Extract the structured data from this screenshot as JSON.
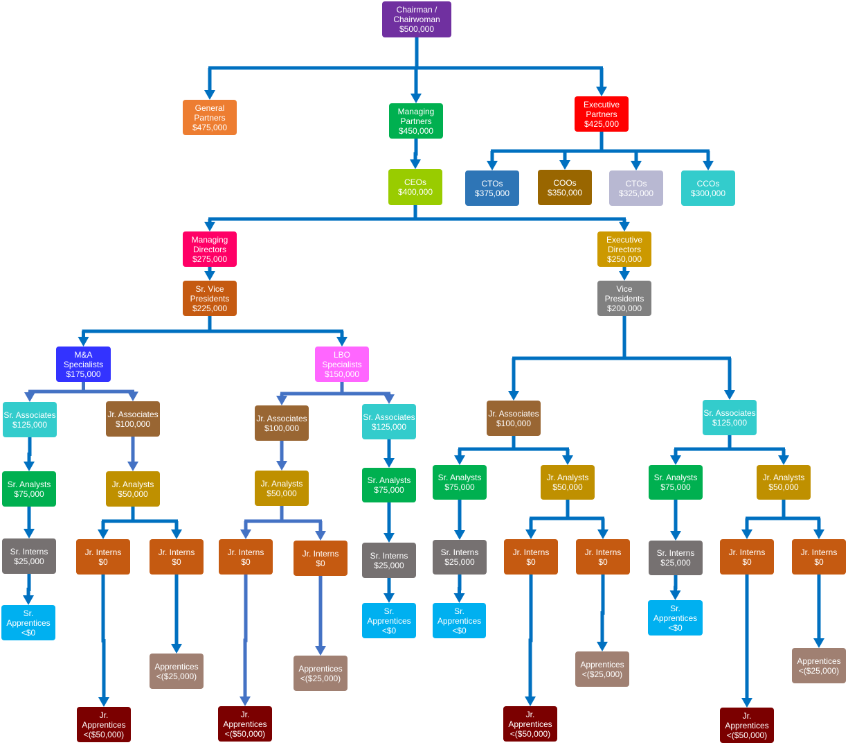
{
  "colors": {
    "link": "#0070C0",
    "link_light": "#4472C4",
    "text": "#ffffff"
  },
  "nodes": [
    {
      "title": [
        "Chairman /",
        "Chairwoman"
      ],
      "salary": "$500,000",
      "color": "#7030A0"
    },
    {
      "title": [
        "General",
        "Partners"
      ],
      "salary": "$475,000",
      "color": "#ED7D31"
    },
    {
      "title": [
        "Managing",
        "Partners"
      ],
      "salary": "$450,000",
      "color": "#00B050"
    },
    {
      "title": [
        "Executive",
        "Partners"
      ],
      "salary": "$425,000",
      "color": "#FF0000"
    },
    {
      "title": [
        "CEOs"
      ],
      "salary": "$400,000",
      "color": "#99CC00"
    },
    {
      "title": [
        "CTOs"
      ],
      "salary": "$375,000",
      "color": "#2E75B6"
    },
    {
      "title": [
        "COOs"
      ],
      "salary": "$350,000",
      "color": "#996600"
    },
    {
      "title": [
        "CTOs"
      ],
      "salary": "$325,000",
      "color": "#B8B8D2"
    },
    {
      "title": [
        "CCOs"
      ],
      "salary": "$300,000",
      "color": "#33CCCC"
    },
    {
      "title": [
        "Managing",
        "Directors"
      ],
      "salary": "$275,000",
      "color": "#FF0066"
    },
    {
      "title": [
        "Executive",
        "Directors"
      ],
      "salary": "$250,000",
      "color": "#CC9900"
    },
    {
      "title": [
        "Sr. Vice",
        "Presidents"
      ],
      "salary": "$225,000",
      "color": "#C55A11"
    },
    {
      "title": [
        "Vice",
        "Presidents"
      ],
      "salary": "$200,000",
      "color": "#808080"
    },
    {
      "title": [
        "M&A",
        "Specialists"
      ],
      "salary": "$175,000",
      "color": "#3333FF"
    },
    {
      "title": [
        "LBO",
        "Specialists"
      ],
      "salary": "$150,000",
      "color": "#FF66FF"
    },
    {
      "title": [
        "Sr. Associates"
      ],
      "salary": "$125,000",
      "color": "#33CCCC"
    },
    {
      "title": [
        "Jr. Associates"
      ],
      "salary": "$100,000",
      "color": "#996633"
    },
    {
      "title": [
        "Jr. Associates"
      ],
      "salary": "$100,000",
      "color": "#996633"
    },
    {
      "title": [
        "Sr. Associates"
      ],
      "salary": "$125,000",
      "color": "#33CCCC"
    },
    {
      "title": [
        "Jr. Associates"
      ],
      "salary": "$100,000",
      "color": "#996633"
    },
    {
      "title": [
        "Sr. Associates"
      ],
      "salary": "$125,000",
      "color": "#33CCCC"
    },
    {
      "title": [
        "Sr. Analysts"
      ],
      "salary": "$75,000",
      "color": "#00B050"
    },
    {
      "title": [
        "Jr. Analysts"
      ],
      "salary": "$50,000",
      "color": "#BF9000"
    },
    {
      "title": [
        "Jr. Analysts"
      ],
      "salary": "$50,000",
      "color": "#BF9000"
    },
    {
      "title": [
        "Sr. Analysts"
      ],
      "salary": "$75,000",
      "color": "#00B050"
    },
    {
      "title": [
        "Sr. Analysts"
      ],
      "salary": "$75,000",
      "color": "#00B050"
    },
    {
      "title": [
        "Jr. Analysts"
      ],
      "salary": "$50,000",
      "color": "#BF9000"
    },
    {
      "title": [
        "Sr. Analysts"
      ],
      "salary": "$75,000",
      "color": "#00B050"
    },
    {
      "title": [
        "Jr. Analysts"
      ],
      "salary": "$50,000",
      "color": "#BF9000"
    },
    {
      "title": [
        "Sr. Interns"
      ],
      "salary": "$25,000",
      "color": "#767171"
    },
    {
      "title": [
        "Jr. Interns"
      ],
      "salary": "$0",
      "color": "#C55A11"
    },
    {
      "title": [
        "Jr. Interns"
      ],
      "salary": "$0",
      "color": "#C55A11"
    },
    {
      "title": [
        "Jr. Interns"
      ],
      "salary": "$0",
      "color": "#C55A11"
    },
    {
      "title": [
        "Jr. Interns"
      ],
      "salary": "$0",
      "color": "#C55A11"
    },
    {
      "title": [
        "Sr. Interns"
      ],
      "salary": "$25,000",
      "color": "#767171"
    },
    {
      "title": [
        "Sr. Interns"
      ],
      "salary": "$25,000",
      "color": "#767171"
    },
    {
      "title": [
        "Jr. Interns"
      ],
      "salary": "$0",
      "color": "#C55A11"
    },
    {
      "title": [
        "Jr. Interns"
      ],
      "salary": "$0",
      "color": "#C55A11"
    },
    {
      "title": [
        "Sr. Interns"
      ],
      "salary": "$25,000",
      "color": "#767171"
    },
    {
      "title": [
        "Jr. Interns"
      ],
      "salary": "$0",
      "color": "#C55A11"
    },
    {
      "title": [
        "Jr. Interns"
      ],
      "salary": "$0",
      "color": "#C55A11"
    },
    {
      "title": [
        "Sr.",
        "Apprentices"
      ],
      "salary": "<$0",
      "color": "#00B0F0"
    },
    {
      "title": [
        "Sr.",
        "Apprentices"
      ],
      "salary": "<$0",
      "color": "#00B0F0"
    },
    {
      "title": [
        "Sr.",
        "Apprentices"
      ],
      "salary": "<$0",
      "color": "#00B0F0"
    },
    {
      "title": [
        "Sr.",
        "Apprentices"
      ],
      "salary": "<$0",
      "color": "#00B0F0"
    },
    {
      "title": [
        "Apprentices"
      ],
      "salary": "<($25,000)",
      "color": "#A08072"
    },
    {
      "title": [
        "Apprentices"
      ],
      "salary": "<($25,000)",
      "color": "#A08072"
    },
    {
      "title": [
        "Apprentices"
      ],
      "salary": "<($25,000)",
      "color": "#A08072"
    },
    {
      "title": [
        "Apprentices"
      ],
      "salary": "<($25,000)",
      "color": "#A08072"
    },
    {
      "title": [
        "Jr.",
        "Apprentices"
      ],
      "salary": "<($50,000)",
      "color": "#7B0000"
    },
    {
      "title": [
        "Jr.",
        "Apprentices"
      ],
      "salary": "<($50,000)",
      "color": "#7B0000"
    },
    {
      "title": [
        "Jr.",
        "Apprentices"
      ],
      "salary": "<($50,000)",
      "color": "#7B0000"
    },
    {
      "title": [
        "Jr.",
        "Apprentices"
      ],
      "salary": "<($50,000)",
      "color": "#7B0000"
    }
  ]
}
